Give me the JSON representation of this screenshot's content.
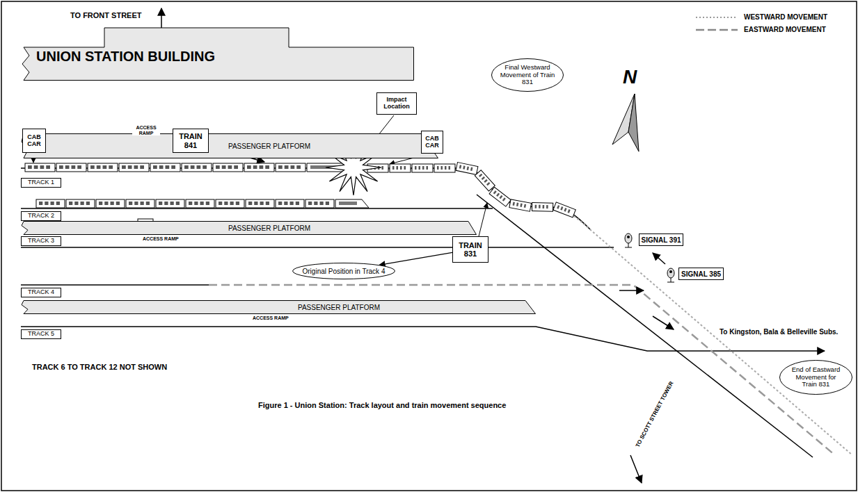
{
  "diagram": {
    "caption": "Figure 1 - Union Station: Track layout and train movement sequence",
    "nodes": [
      {
        "text": [
          "UNION STATION BUILDING"
        ]
      },
      {
        "text": [
          "Impact Location"
        ]
      },
      {
        "text": [
          "Final Westward Movement of Train 831"
        ]
      },
      {
        "text": [
          "PASSENGER PLATFORM"
        ]
      },
      {
        "text": [
          "CAB CAR"
        ]
      },
      {
        "text": [
          "TRAIN 841"
        ]
      },
      {
        "text": [
          "CAB CAR"
        ]
      },
      {
        "text": [
          "TRACK 1"
        ]
      },
      {
        "text": [
          "TRACK 2"
        ]
      },
      {
        "text": [
          "PASSENGER PLATFORM"
        ]
      },
      {
        "text": [
          "TRACK 3"
        ]
      },
      {
        "text": [
          "TRAIN 831"
        ]
      },
      {
        "text": [
          "SIGNAL 391"
        ]
      },
      {
        "text": [
          "Original Position in Track 4"
        ]
      },
      {
        "text": [
          "SIGNAL 385"
        ]
      },
      {
        "text": [
          "TRACK 4"
        ]
      },
      {
        "text": [
          "PASSENGER PLATFORM"
        ]
      },
      {
        "text": [
          "TRACK 5"
        ]
      },
      {
        "text": [
          "End of Eastward Movement for Train 831"
        ]
      }
    ],
    "edges": [
      {
        "from": 11,
        "to": 13,
        "arrow": "to"
      }
    ],
    "labels": [
      "TO FRONT STREET",
      "ACCESS RAMP",
      "ACCESS RAMP",
      "ACCESS RAMP",
      "N",
      "To Kingston, Bala & Belleville Subs.",
      "TRACK 6 TO TRACK 12 NOT SHOWN",
      "TO SCOTT STREET TOWER"
    ],
    "legend": [
      {
        "text": "WESTWARD MOVEMENT"
      },
      {
        "text": "EASTWARD MOVEMENT"
      }
    ]
  }
}
